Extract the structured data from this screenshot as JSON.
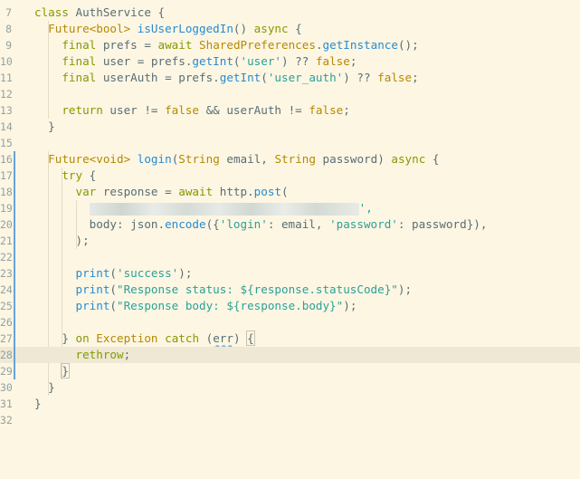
{
  "editor": {
    "lines": [
      {
        "n": "7",
        "tokens": [
          [
            "kw",
            "class"
          ],
          [
            "tx",
            " AuthService {"
          ]
        ]
      },
      {
        "n": "8",
        "tokens": [
          [
            "tx",
            "  "
          ],
          [
            "ty",
            "Future<bool>"
          ],
          [
            "tx",
            " "
          ],
          [
            "fn",
            "isUserLoggedIn"
          ],
          [
            "tx",
            "() "
          ],
          [
            "kw",
            "async"
          ],
          [
            "tx",
            " {"
          ]
        ]
      },
      {
        "n": "9",
        "tokens": [
          [
            "tx",
            "    "
          ],
          [
            "kw",
            "final"
          ],
          [
            "tx",
            " prefs = "
          ],
          [
            "kw",
            "await"
          ],
          [
            "tx",
            " "
          ],
          [
            "ty",
            "SharedPreferences"
          ],
          [
            "tx",
            "."
          ],
          [
            "fn",
            "getInstance"
          ],
          [
            "tx",
            "();"
          ]
        ]
      },
      {
        "n": "10",
        "tokens": [
          [
            "tx",
            "    "
          ],
          [
            "kw",
            "final"
          ],
          [
            "tx",
            " user = prefs."
          ],
          [
            "fn",
            "getInt"
          ],
          [
            "tx",
            "("
          ],
          [
            "st",
            "'user'"
          ],
          [
            "tx",
            ") ?? "
          ],
          [
            "ty",
            "false"
          ],
          [
            "tx",
            ";"
          ]
        ]
      },
      {
        "n": "11",
        "tokens": [
          [
            "tx",
            "    "
          ],
          [
            "kw",
            "final"
          ],
          [
            "tx",
            " userAuth = prefs."
          ],
          [
            "fn",
            "getInt"
          ],
          [
            "tx",
            "("
          ],
          [
            "st",
            "'user_auth'"
          ],
          [
            "tx",
            ") ?? "
          ],
          [
            "ty",
            "false"
          ],
          [
            "tx",
            ";"
          ]
        ]
      },
      {
        "n": "12",
        "tokens": []
      },
      {
        "n": "13",
        "tokens": [
          [
            "tx",
            "    "
          ],
          [
            "kw",
            "return"
          ],
          [
            "tx",
            " user != "
          ],
          [
            "ty",
            "false"
          ],
          [
            "tx",
            " && userAuth != "
          ],
          [
            "ty",
            "false"
          ],
          [
            "tx",
            ";"
          ]
        ]
      },
      {
        "n": "14",
        "tokens": [
          [
            "tx",
            "  }"
          ]
        ]
      },
      {
        "n": "15",
        "tokens": []
      },
      {
        "n": "16",
        "tokens": [
          [
            "tx",
            "  "
          ],
          [
            "ty",
            "Future<void>"
          ],
          [
            "tx",
            " "
          ],
          [
            "fn",
            "login"
          ],
          [
            "tx",
            "("
          ],
          [
            "ty",
            "String"
          ],
          [
            "tx",
            " email, "
          ],
          [
            "ty",
            "String"
          ],
          [
            "tx",
            " password) "
          ],
          [
            "kw",
            "async"
          ],
          [
            "tx",
            " {"
          ]
        ]
      },
      {
        "n": "17",
        "tokens": [
          [
            "tx",
            "    "
          ],
          [
            "kw",
            "try"
          ],
          [
            "tx",
            " {"
          ]
        ]
      },
      {
        "n": "18",
        "tokens": [
          [
            "tx",
            "      "
          ],
          [
            "kw",
            "var"
          ],
          [
            "tx",
            " response = "
          ],
          [
            "kw",
            "await"
          ],
          [
            "tx",
            " http."
          ],
          [
            "fn",
            "post"
          ],
          [
            "tx",
            "("
          ]
        ]
      },
      {
        "n": "19",
        "tokens": [
          [
            "tx",
            "        "
          ],
          [
            "blur",
            ""
          ],
          [
            "st",
            "',"
          ]
        ]
      },
      {
        "n": "20",
        "tokens": [
          [
            "tx",
            "        body: json."
          ],
          [
            "fn",
            "encode"
          ],
          [
            "tx",
            "({"
          ],
          [
            "st",
            "'login'"
          ],
          [
            "tx",
            ": email, "
          ],
          [
            "st",
            "'password'"
          ],
          [
            "tx",
            ": password}),"
          ]
        ]
      },
      {
        "n": "21",
        "tokens": [
          [
            "tx",
            "      );"
          ]
        ]
      },
      {
        "n": "22",
        "tokens": []
      },
      {
        "n": "23",
        "tokens": [
          [
            "tx",
            "      "
          ],
          [
            "fn",
            "print"
          ],
          [
            "tx",
            "("
          ],
          [
            "st",
            "'success'"
          ],
          [
            "tx",
            ");"
          ]
        ]
      },
      {
        "n": "24",
        "tokens": [
          [
            "tx",
            "      "
          ],
          [
            "fn",
            "print"
          ],
          [
            "tx",
            "("
          ],
          [
            "st",
            "\"Response status: ${response.statusCode}\""
          ],
          [
            "tx",
            ");"
          ]
        ]
      },
      {
        "n": "25",
        "tokens": [
          [
            "tx",
            "      "
          ],
          [
            "fn",
            "print"
          ],
          [
            "tx",
            "("
          ],
          [
            "st",
            "\"Response body: ${response.body}\""
          ],
          [
            "tx",
            ");"
          ]
        ]
      },
      {
        "n": "26",
        "tokens": []
      },
      {
        "n": "27",
        "tokens": [
          [
            "tx",
            "    } "
          ],
          [
            "kw",
            "on"
          ],
          [
            "tx",
            " "
          ],
          [
            "ty",
            "Exception"
          ],
          [
            "tx",
            " "
          ],
          [
            "kw",
            "catch"
          ],
          [
            "tx",
            " ("
          ],
          [
            "sq",
            "err"
          ],
          [
            "tx",
            ") "
          ],
          [
            "bx",
            "{"
          ]
        ]
      },
      {
        "n": "28",
        "tokens": [
          [
            "tx",
            "      "
          ],
          [
            "kw",
            "rethrow"
          ],
          [
            "tx",
            ";"
          ]
        ]
      },
      {
        "n": "29",
        "tokens": [
          [
            "tx",
            "    "
          ],
          [
            "bx",
            "}"
          ]
        ]
      },
      {
        "n": "30",
        "tokens": [
          [
            "tx",
            "  }"
          ]
        ]
      },
      {
        "n": "31",
        "tokens": [
          [
            "tx",
            "}"
          ]
        ]
      },
      {
        "n": "32",
        "tokens": []
      }
    ],
    "current_line": "28",
    "modified_lines": [
      "16",
      "17",
      "18",
      "19",
      "20",
      "21",
      "22",
      "23",
      "24",
      "25",
      "26",
      "27",
      "28",
      "29"
    ]
  }
}
